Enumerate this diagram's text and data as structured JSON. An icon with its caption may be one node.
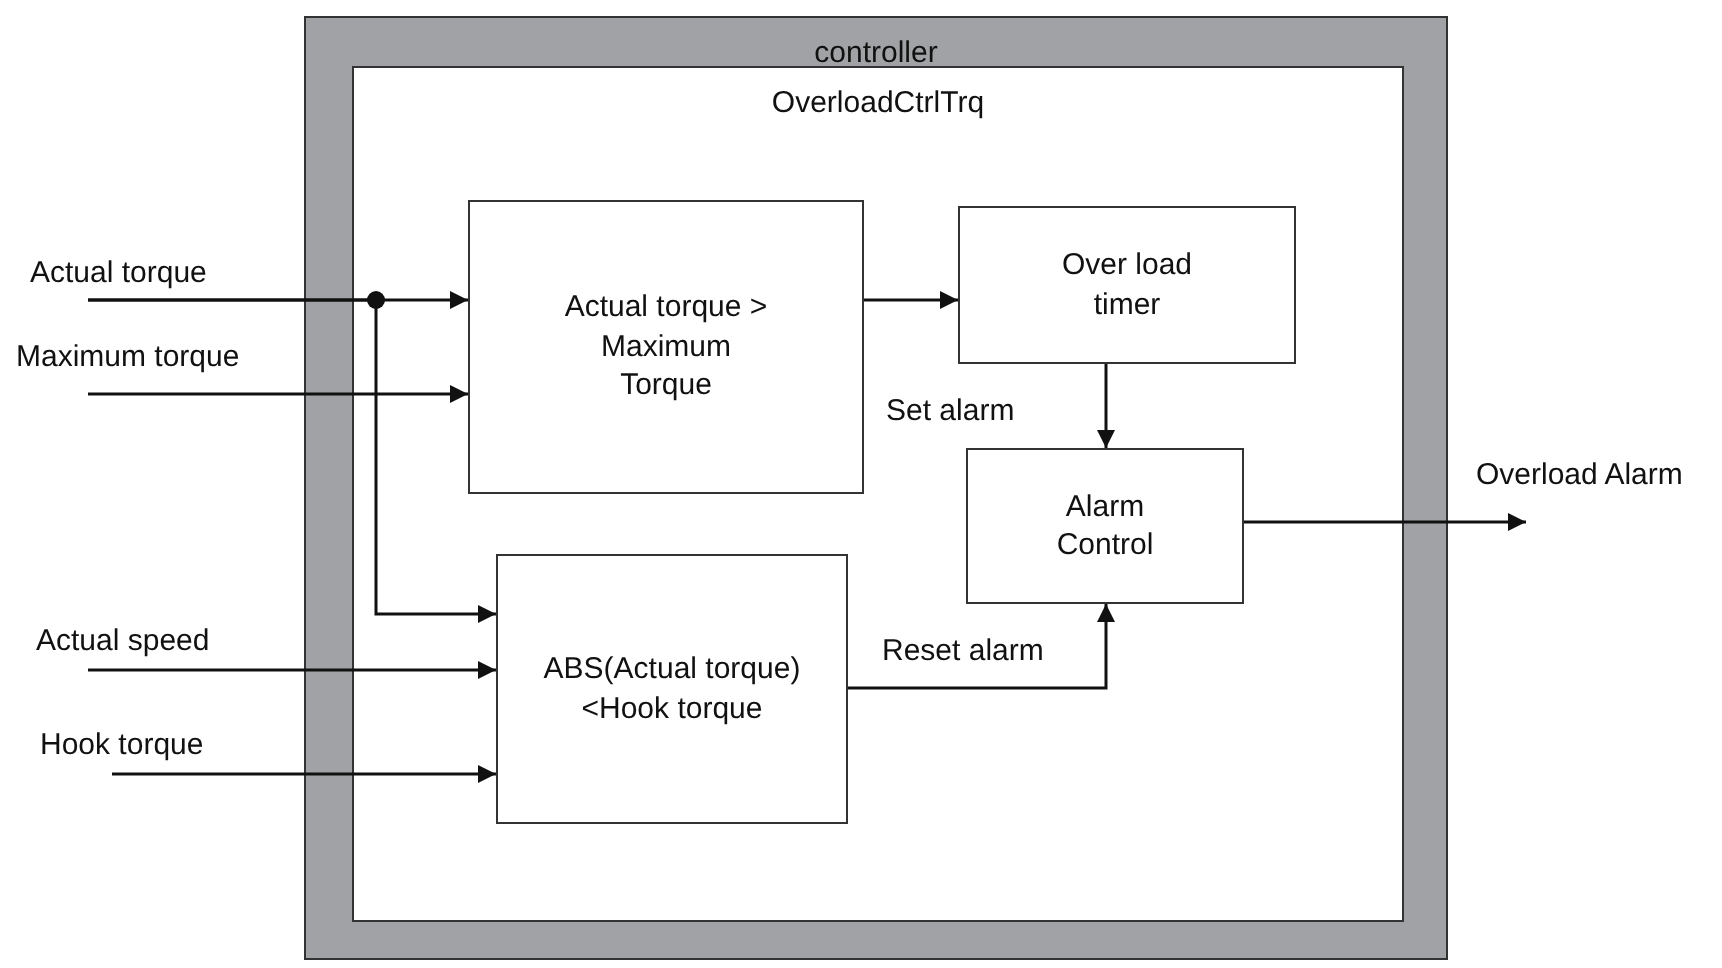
{
  "diagram": {
    "nodes": [
      {
        "text": [
          "controller"
        ]
      },
      {
        "text": [
          "OverloadCtrlTrq"
        ],
        "in": 0
      },
      {
        "text": [
          "Actual torque > Maximum Torque"
        ],
        "in": 1
      },
      {
        "text": [
          "Over load timer"
        ],
        "in": 1
      },
      {
        "text": [
          "Alarm Control"
        ],
        "in": 1
      },
      {
        "text": [
          "ABS(Actual torque) <Hook torque"
        ],
        "in": 1
      }
    ],
    "edges": [
      {
        "from": null,
        "to": 2,
        "arrow": "to",
        "label": "Actual torque"
      },
      {
        "from": null,
        "to": 5,
        "arrow": "to"
      },
      {
        "from": null,
        "to": 2,
        "arrow": "to",
        "label": "Maximum torque"
      },
      {
        "from": null,
        "to": 5,
        "arrow": "to",
        "label": "Actual speed"
      },
      {
        "from": null,
        "to": 5,
        "arrow": "to",
        "label": "Hook torque"
      },
      {
        "from": 2,
        "to": 3,
        "arrow": "to"
      },
      {
        "from": 3,
        "to": 4,
        "arrow": "to",
        "label": "Set alarm"
      },
      {
        "from": 5,
        "to": 4,
        "arrow": "to",
        "label": "Reset alarm"
      },
      {
        "from": 4,
        "to": null,
        "arrow": "to",
        "label": "Overload Alarm"
      }
    ]
  }
}
